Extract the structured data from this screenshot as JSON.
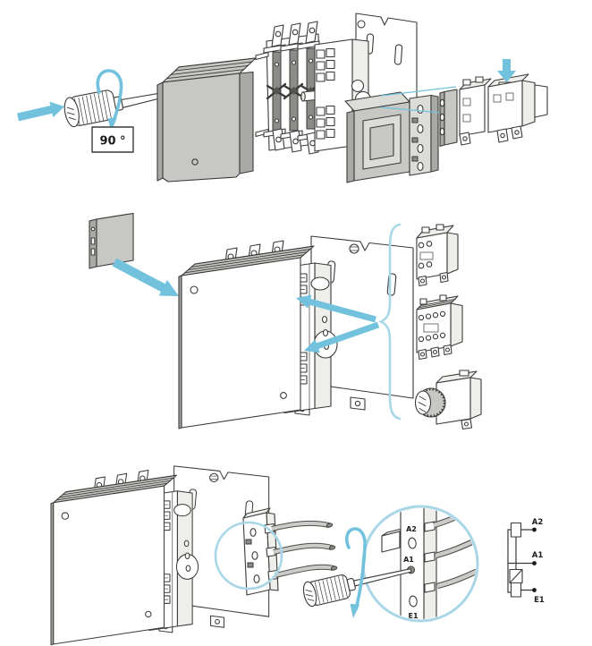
{
  "labels": {
    "rotation_angle": "90 °",
    "magnifier": {
      "top": "A2",
      "middle": "A1",
      "bottom": "E1"
    },
    "schematic": {
      "a2": "A2",
      "a1": "A1",
      "e1": "E1"
    }
  },
  "colors": {
    "accent_blue": "#72c2de",
    "highlight_blue": "#a9d7e8",
    "line": "#3a3a38",
    "gray_fill": "#c7c7c4",
    "gray_dark": "#a9a9a5",
    "gray_light": "#dcdcd9",
    "paper": "#ffffff"
  },
  "icons": {
    "push_arrow": "solid-right-arrow",
    "rotate_90_arrow": "curved-rotation-arrow",
    "press_down_arrow": "solid-down-arrow",
    "insert_cover_arrow": "solid-diagonal-arrow",
    "mount_upper_arrow": "solid-left-arrow",
    "mount_lower_arrow": "solid-left-arrow",
    "screw_rotate_arrow": "curved-rotation-arrow",
    "magnifier_circle": "detail-zoom-circle",
    "accessory_brace": "curly-brace"
  }
}
